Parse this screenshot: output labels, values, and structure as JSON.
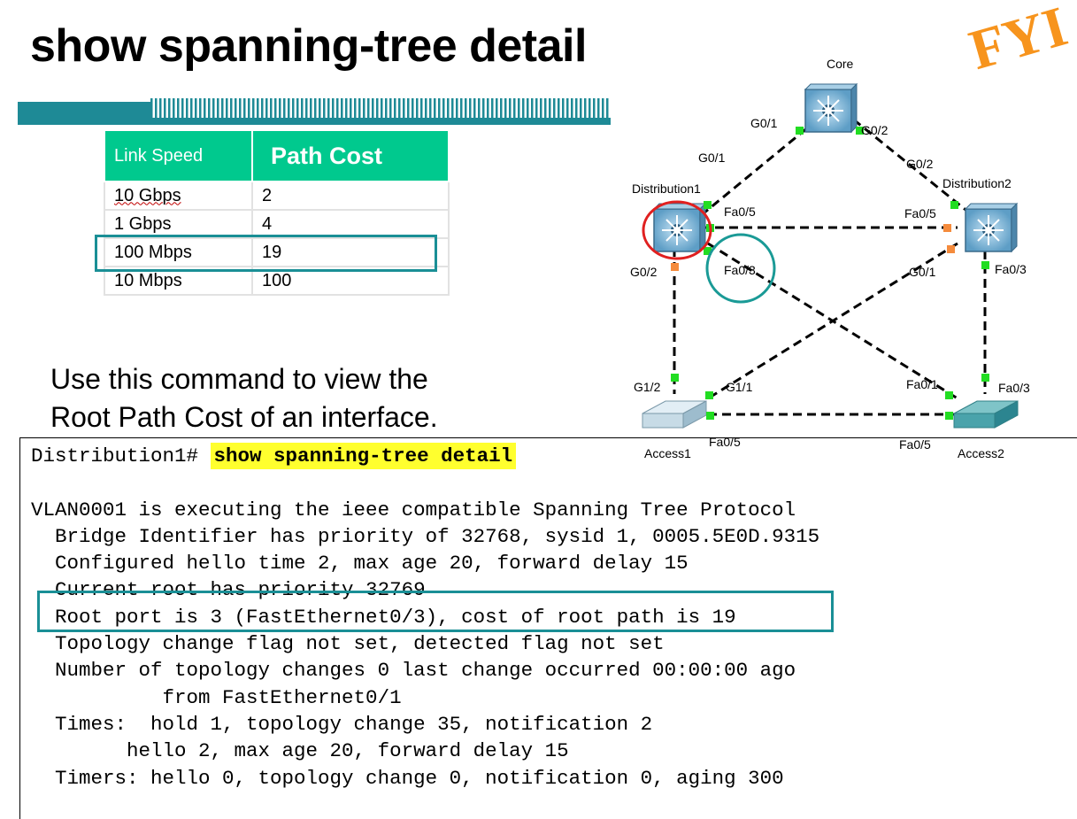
{
  "slide": {
    "title": "show spanning-tree detail",
    "fyi_label": "FYI"
  },
  "cost_table": {
    "headers": [
      "Link Speed",
      "Path Cost"
    ],
    "rows": [
      [
        "10 Gbps",
        "2"
      ],
      [
        "1 Gbps",
        "4"
      ],
      [
        "100 Mbps",
        "19"
      ],
      [
        "10 Mbps",
        "100"
      ]
    ],
    "highlighted_row": "100 Mbps"
  },
  "description": {
    "line1": "Use this command to view the",
    "line2": "Root Path Cost of an interface."
  },
  "topology": {
    "devices": {
      "core": "Core",
      "distribution1": "Distribution1",
      "distribution2": "Distribution2",
      "access1": "Access1",
      "access2": "Access2"
    },
    "ports": {
      "core_g01": "G0/1",
      "core_g02": "G0/2",
      "d1_g01": "G0/1",
      "d2_g02": "G0/2",
      "d1_fa05": "Fa0/5",
      "d2_fa05": "Fa0/5",
      "d1_g02": "G0/2",
      "d1_fa03": "Fa0/3",
      "d2_g01": "G0/1",
      "d2_fa03": "Fa0/3",
      "a1_g12": "G1/2",
      "a1_g11": "G1/1",
      "a2_fa01": "Fa0/1",
      "a2_fa03": "Fa0/3",
      "a1_fa05": "Fa0/5",
      "a2_fa05": "Fa0/5"
    },
    "colors": {
      "forwarding_port": "#22dd22",
      "blocking_port": "#f58b3c",
      "root_port_circle": "#1a9a96",
      "device_circle": "#e02020"
    }
  },
  "cli": {
    "prompt": "Distribution1# ",
    "command": "show spanning-tree detail",
    "lines": [
      "",
      "VLAN0001 is executing the ieee compatible Spanning Tree Protocol",
      "  Bridge Identifier has priority of 32768, sysid 1, 0005.5E0D.9315",
      "  Configured hello time 2, max age 20, forward delay 15",
      "  Current root has priority 32769",
      "  Root port is 3 (FastEthernet0/3), cost of root path is 19",
      "  Topology change flag not set, detected flag not set",
      "  Number of topology changes 0 last change occurred 00:00:00 ago",
      "           from FastEthernet0/1",
      "  Times:  hold 1, topology change 35, notification 2",
      "        hello 2, max age 20, forward delay 15",
      "  Timers: hello 0, topology change 0, notification 0, aging 300"
    ],
    "highlighted_line": "  Root port is 3 (FastEthernet0/3), cost of root path is 19"
  }
}
